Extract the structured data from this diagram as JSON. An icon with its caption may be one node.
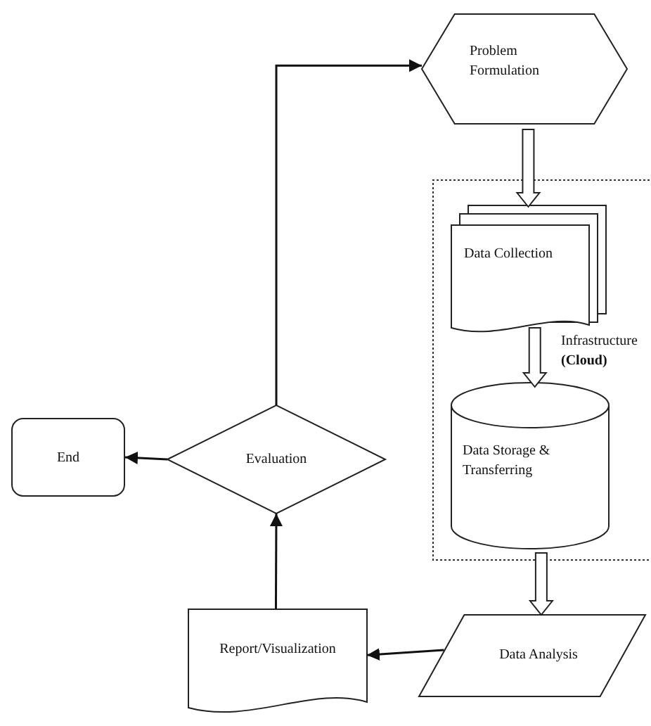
{
  "diagram": {
    "nodes": [
      {
        "text": [
          "Problem Formulation"
        ]
      },
      {
        "text": [
          "Infrastructure **(Cloud)**"
        ]
      },
      {
        "text": [
          "Data Collection"
        ],
        "in": 1
      },
      {
        "text": [
          "Data Storage & Transferring"
        ],
        "in": 1
      },
      {
        "text": [
          "Data Analysis"
        ]
      },
      {
        "text": [
          "Report/Visualization"
        ]
      },
      {
        "text": [
          "Evaluation"
        ]
      },
      {
        "text": [
          "End"
        ]
      }
    ],
    "edges": [
      {
        "from": 0,
        "to": 2,
        "arrow": "to",
        "style": "thick"
      },
      {
        "from": 2,
        "to": 3,
        "arrow": "to",
        "style": "thick"
      },
      {
        "from": 3,
        "to": 4,
        "arrow": "to",
        "style": "thick"
      },
      {
        "from": 4,
        "to": 5,
        "arrow": "to"
      },
      {
        "from": 5,
        "to": 6,
        "arrow": "to"
      },
      {
        "from": 6,
        "to": 7,
        "arrow": "to"
      },
      {
        "from": 6,
        "to": 0,
        "arrow": "to"
      }
    ]
  }
}
